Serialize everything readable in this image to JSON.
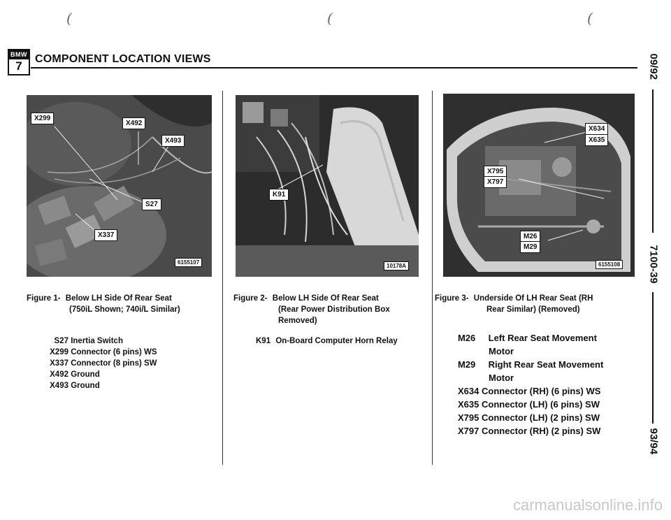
{
  "header": {
    "logo_top": "BMW",
    "logo_num": "7",
    "title": "COMPONENT LOCATION VIEWS"
  },
  "side": {
    "top": "09/92",
    "middle": "7100-39",
    "bottom": "93/94"
  },
  "figure1": {
    "callouts": [
      "X299",
      "X492",
      "X493",
      "S27",
      "X337"
    ],
    "photo_id": "6155107",
    "caption_prefix": "Figure 1-",
    "caption_line1": "Below LH Side Of Rear Seat",
    "caption_line2": "(750iL Shown; 740i/L Similar)",
    "legend": [
      {
        "code": "S27",
        "desc": "Inertia Switch"
      },
      {
        "code": "X299",
        "desc": "Connector (6 pins) WS"
      },
      {
        "code": "X337",
        "desc": "Connector (8 pins) SW"
      },
      {
        "code": "X492",
        "desc": "Ground"
      },
      {
        "code": "X493",
        "desc": "Ground"
      }
    ]
  },
  "figure2": {
    "callouts": [
      "K91"
    ],
    "photo_id": "10178A",
    "caption_prefix": "Figure 2-",
    "caption_line1": "Below LH Side Of Rear Seat",
    "caption_line2": "(Rear Power Distribution Box",
    "caption_line3": "Removed)",
    "legend": [
      {
        "code": "K91",
        "desc": "On-Board Computer Horn Relay"
      }
    ]
  },
  "figure3": {
    "callouts": [
      "X634",
      "X635",
      "X795",
      "X797",
      "M26",
      "M29"
    ],
    "photo_id": "6155108",
    "caption_prefix": "Figure 3-",
    "caption_line1": "Underside Of LH Rear Seat (RH",
    "caption_line2": "Rear Similar) (Removed)",
    "legend": [
      {
        "code": "M26",
        "desc": "Left Rear Seat Movement",
        "desc2": "Motor"
      },
      {
        "code": "M29",
        "desc": "Right Rear Seat Movement",
        "desc2": "Motor"
      },
      {
        "code": "X634",
        "desc": "Connector (RH) (6 pins) WS"
      },
      {
        "code": "X635",
        "desc": "Connector (LH) (6 pins) SW"
      },
      {
        "code": "X795",
        "desc": "Connector (LH) (2 pins) SW"
      },
      {
        "code": "X797",
        "desc": "Connector (RH) (2 pins) SW"
      }
    ]
  },
  "watermark": "carmanualsonline.info",
  "colors": {
    "ink": "#111111",
    "photo_dark": "#3a3a3a",
    "photo_light": "#cfcfcf"
  }
}
